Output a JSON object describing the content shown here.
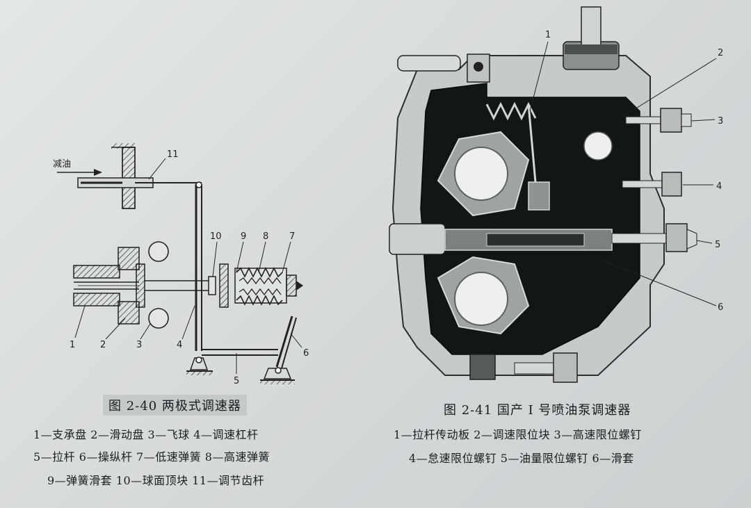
{
  "figure_40": {
    "title": "图 2-40   两极式调速器",
    "input_label": "减油",
    "part_numbers": [
      "1",
      "2",
      "3",
      "4",
      "5",
      "6",
      "7",
      "8",
      "9",
      "10",
      "11"
    ],
    "legend": [
      "1—支承盘   2—滑动盘   3—飞球   4—调速杠杆",
      "5—拉杆   6—操纵杆   7—低速弹簧   8—高速弹簧",
      "9—弹簧滑套   10—球面顶块   11—调节齿杆"
    ]
  },
  "figure_41": {
    "title": "图 2-41   国产 I 号喷油泵调速器",
    "part_numbers": [
      "1",
      "2",
      "3",
      "4",
      "5",
      "6"
    ],
    "legend": [
      "1—拉杆传动板   2—调速限位块   3—高速限位螺钉",
      "4—怠速限位螺钉   5—油量限位螺钉   6—滑套"
    ]
  },
  "colors": {
    "ink": "#1f2426",
    "page": "#dcdfdf",
    "housing_dark": "#121515",
    "metal_light": "#c9cdcd"
  }
}
